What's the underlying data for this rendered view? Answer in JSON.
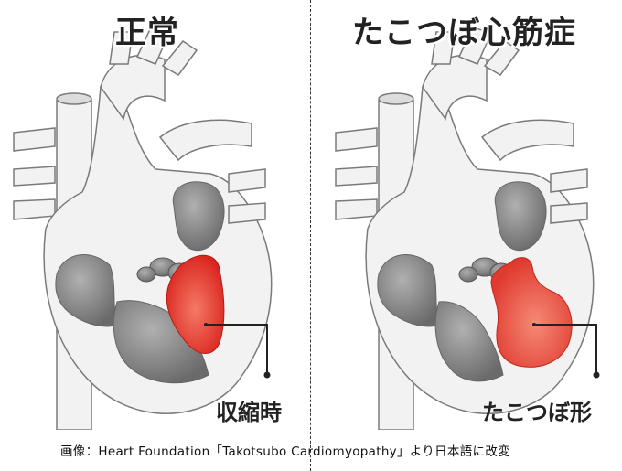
{
  "panels": {
    "left": {
      "title": "正常",
      "label": "収縮時"
    },
    "right": {
      "title": "たこつぼ心筋症",
      "label": "たこつぼ形"
    }
  },
  "caption": "画像：Heart Foundation「Takotsubo Cardiomyopathy」より日本語に改変",
  "colors": {
    "vessel_fill": "#f1f1f1",
    "vessel_stroke": "#7a7a7a",
    "chamber_gray": "#8c8c8c",
    "ventricle_red": "#e8332a",
    "ventricle_red_light": "#f26a5a"
  }
}
